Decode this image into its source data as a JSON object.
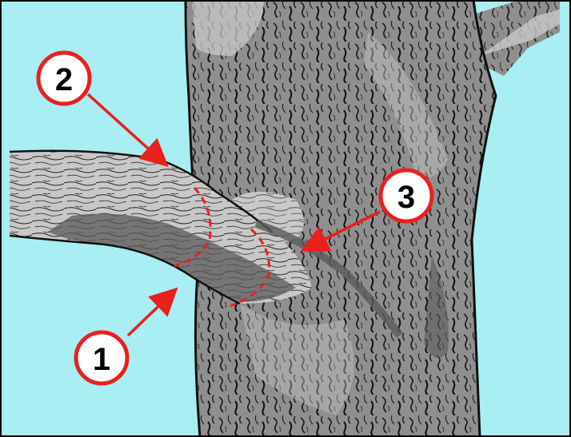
{
  "callouts": [
    {
      "label": "1"
    },
    {
      "label": "2"
    },
    {
      "label": "3"
    }
  ],
  "colors": {
    "sky": "#a8eef2",
    "bark_light": "#c8c8c8",
    "bark_mid": "#8f8f8f",
    "bark_dark": "#5a5a5a",
    "outline": "#111111",
    "arrow": "#e8201e",
    "frame": "#000000"
  }
}
